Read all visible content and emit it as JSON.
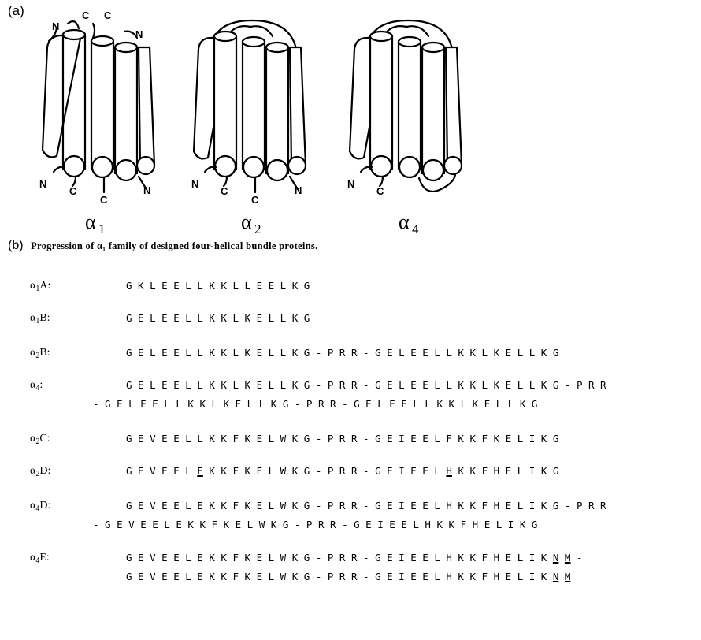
{
  "panel_a": {
    "label": "(a)",
    "diagrams": [
      {
        "id": "alpha1",
        "caption_symbol": "α",
        "caption_sub": "1",
        "top_labels": [
          "N",
          "C",
          "C",
          "N"
        ],
        "bottom_labels": [
          "N",
          "C",
          "C",
          "N"
        ]
      },
      {
        "id": "alpha2",
        "caption_symbol": "α",
        "caption_sub": "2",
        "bottom_labels": [
          "N",
          "C",
          "C",
          "N"
        ]
      },
      {
        "id": "alpha4",
        "caption_symbol": "α",
        "caption_sub": "4",
        "bottom_labels": [
          "N",
          "C"
        ]
      }
    ]
  },
  "panel_b": {
    "label": "(b)",
    "caption": "Progression of α₁ family of designed four-helical bundle proteins.",
    "sequences": [
      {
        "sym": "α",
        "sub": "1",
        "suffix": "A:",
        "lines": [
          "G K L E E L L K K L L E E L K G"
        ]
      },
      {
        "sym": "α",
        "sub": "1",
        "suffix": "B:",
        "lines": [
          "G E L E E L L K K L K E L L K G"
        ]
      },
      {
        "sym": "α",
        "sub": "2",
        "suffix": "B:",
        "lines": [
          "G E L E E L L K K L K E L L K G - P R R - G E L E E L L K K L K E L L K G"
        ]
      },
      {
        "sym": "α",
        "sub": "4",
        "suffix": ":",
        "lines": [
          "G E L E E L L K K L K E L L K G - P R R - G E L E E L L K K L K E L L K G - P R R",
          "- G E L E E L L K K L K E L L K G - P R R - G E L E E L L K K L K E L L K G"
        ]
      },
      {
        "sym": "α",
        "sub": "2",
        "suffix": "C:",
        "lines": [
          "G E V E E L L K K F K E L W K G - P R R - G E I E E L F K K F K E L I K G"
        ]
      },
      {
        "sym": "α",
        "sub": "2",
        "suffix": "D:",
        "lines": [
          "G E V E E L [E] K K F K E L W K G - P R R - G E I E E L [H] K K F H E L I K G"
        ]
      },
      {
        "sym": "α",
        "sub": "4",
        "suffix": "D:",
        "lines": [
          "G E V E E L E K K F K E L W K G - P R R - G E I E E L H K K F H E L I K G - P R R",
          "- G E V E E L E K K F K E L W K G - P R R - G E I E E L H K K F H E L I K G"
        ]
      },
      {
        "sym": "α",
        "sub": "4",
        "suffix": "E:",
        "lines": [
          "G E V E E L E K K F K E L W K G - P R R - G E I E E L H K K F H E L I K [N] [M] -",
          "G E V E E L E K K F K E L W K G - P R R - G E I E E L H K K F H E L I K [N] [M]"
        ]
      }
    ]
  }
}
